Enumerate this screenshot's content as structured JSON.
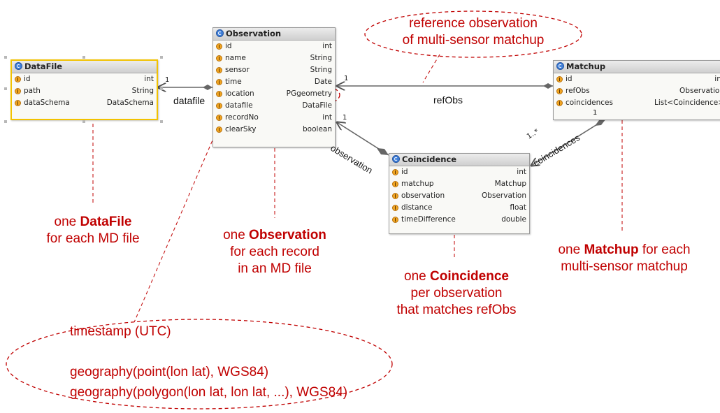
{
  "classes": {
    "datafile": {
      "name": "DataFile",
      "fields": [
        {
          "name": "id",
          "type": "int"
        },
        {
          "name": "path",
          "type": "String"
        },
        {
          "name": "dataSchema",
          "type": "DataSchema"
        }
      ]
    },
    "observation": {
      "name": "Observation",
      "fields": [
        {
          "name": "id",
          "type": "int"
        },
        {
          "name": "name",
          "type": "String"
        },
        {
          "name": "sensor",
          "type": "String"
        },
        {
          "name": "time",
          "type": "Date"
        },
        {
          "name": "location",
          "type": "PGgeometry"
        },
        {
          "name": "datafile",
          "type": "DataFile"
        },
        {
          "name": "recordNo",
          "type": "int"
        },
        {
          "name": "clearSky",
          "type": "boolean"
        }
      ]
    },
    "matchup": {
      "name": "Matchup",
      "fields": [
        {
          "name": "id",
          "type": "int"
        },
        {
          "name": "refObs",
          "type": "Observation"
        },
        {
          "name": "coincidences",
          "type": "List<Coincidence>"
        }
      ]
    },
    "coincidence": {
      "name": "Coincidence",
      "fields": [
        {
          "name": "id",
          "type": "int"
        },
        {
          "name": "matchup",
          "type": "Matchup"
        },
        {
          "name": "observation",
          "type": "Observation"
        },
        {
          "name": "distance",
          "type": "float"
        },
        {
          "name": "timeDifference",
          "type": "double"
        }
      ]
    }
  },
  "associations": {
    "datafile": {
      "label": "datafile",
      "multiplicity": "1"
    },
    "refObs": {
      "label": "refObs",
      "multiplicity": "1"
    },
    "observation": {
      "label": "observation",
      "multiplicity": "1"
    },
    "coincidences": {
      "label": "coincidences",
      "multiplicity": "1..*",
      "source_multiplicity": "1"
    }
  },
  "notes": {
    "datafile": {
      "prefix": "one ",
      "bold": "DataFile",
      "line2": "for each MD file"
    },
    "observation": {
      "prefix": "one ",
      "bold": "Observation",
      "line2": "for each record",
      "line3": "in an MD file"
    },
    "coincidence": {
      "prefix": "one ",
      "bold": "Coincidence",
      "line2": "per observation",
      "line3": "that matches refObs"
    },
    "matchup": {
      "prefix": "one ",
      "bold": "Matchup",
      "suffix": " for each",
      "line2": "multi-sensor matchup"
    }
  },
  "callouts": {
    "reference": {
      "line1": "reference observation",
      "line2": "of multi-sensor matchup"
    },
    "types": {
      "line1": "timestamp (UTC)",
      "line2": "geography(point(lon lat), WGS84)",
      "line3": "geography(polygon(lon lat, lon lat, ...), WGS84)"
    }
  },
  "colors": {
    "note_red": "#c00000",
    "field_icon": "#f2a622",
    "class_icon": "#3f7fd9",
    "selection": "#f2c200"
  }
}
